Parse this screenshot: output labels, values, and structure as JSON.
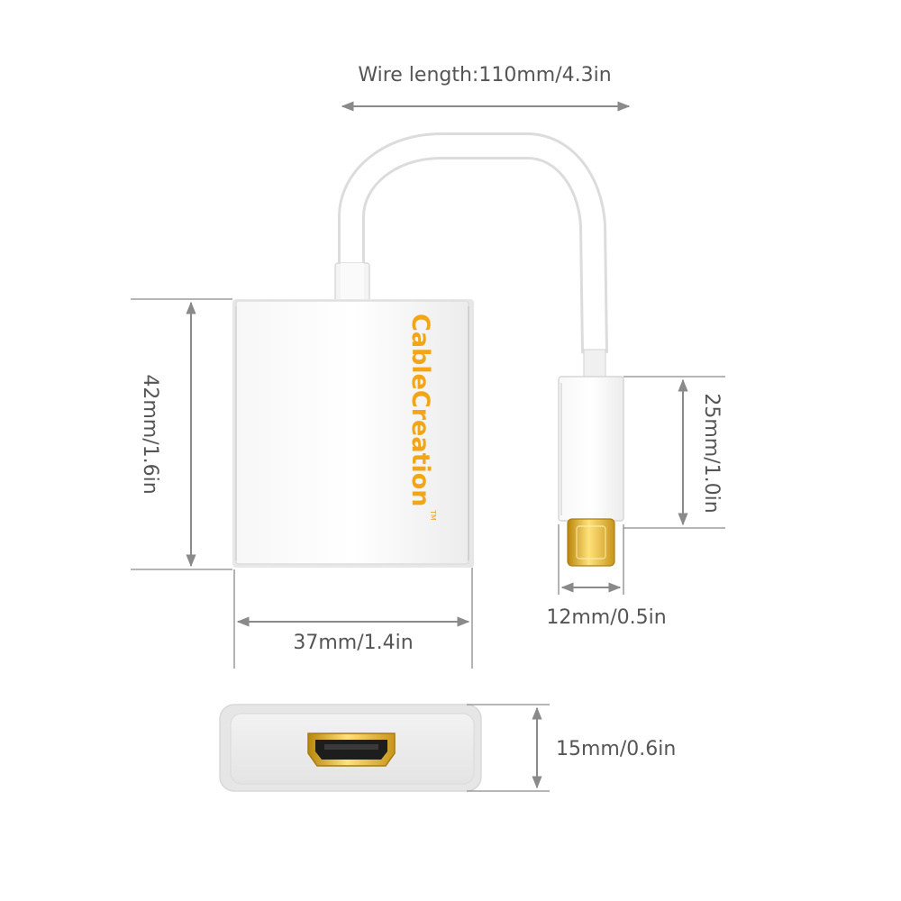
{
  "dimensions": {
    "wire_length": "Wire length:110mm/4.3in",
    "adapter_height": "42mm/1.6in",
    "adapter_width": "37mm/1.4in",
    "plug_length": "25mm/1.0in",
    "plug_width": "12mm/0.5in",
    "port_thickness": "15mm/0.6in"
  },
  "brand": {
    "name": "CableCreation",
    "trademark": "TM"
  },
  "colors": {
    "brand": "#F2A516",
    "gold": "#D9A52B",
    "body": "#F3F3F3",
    "line": "#8A8A8A"
  }
}
